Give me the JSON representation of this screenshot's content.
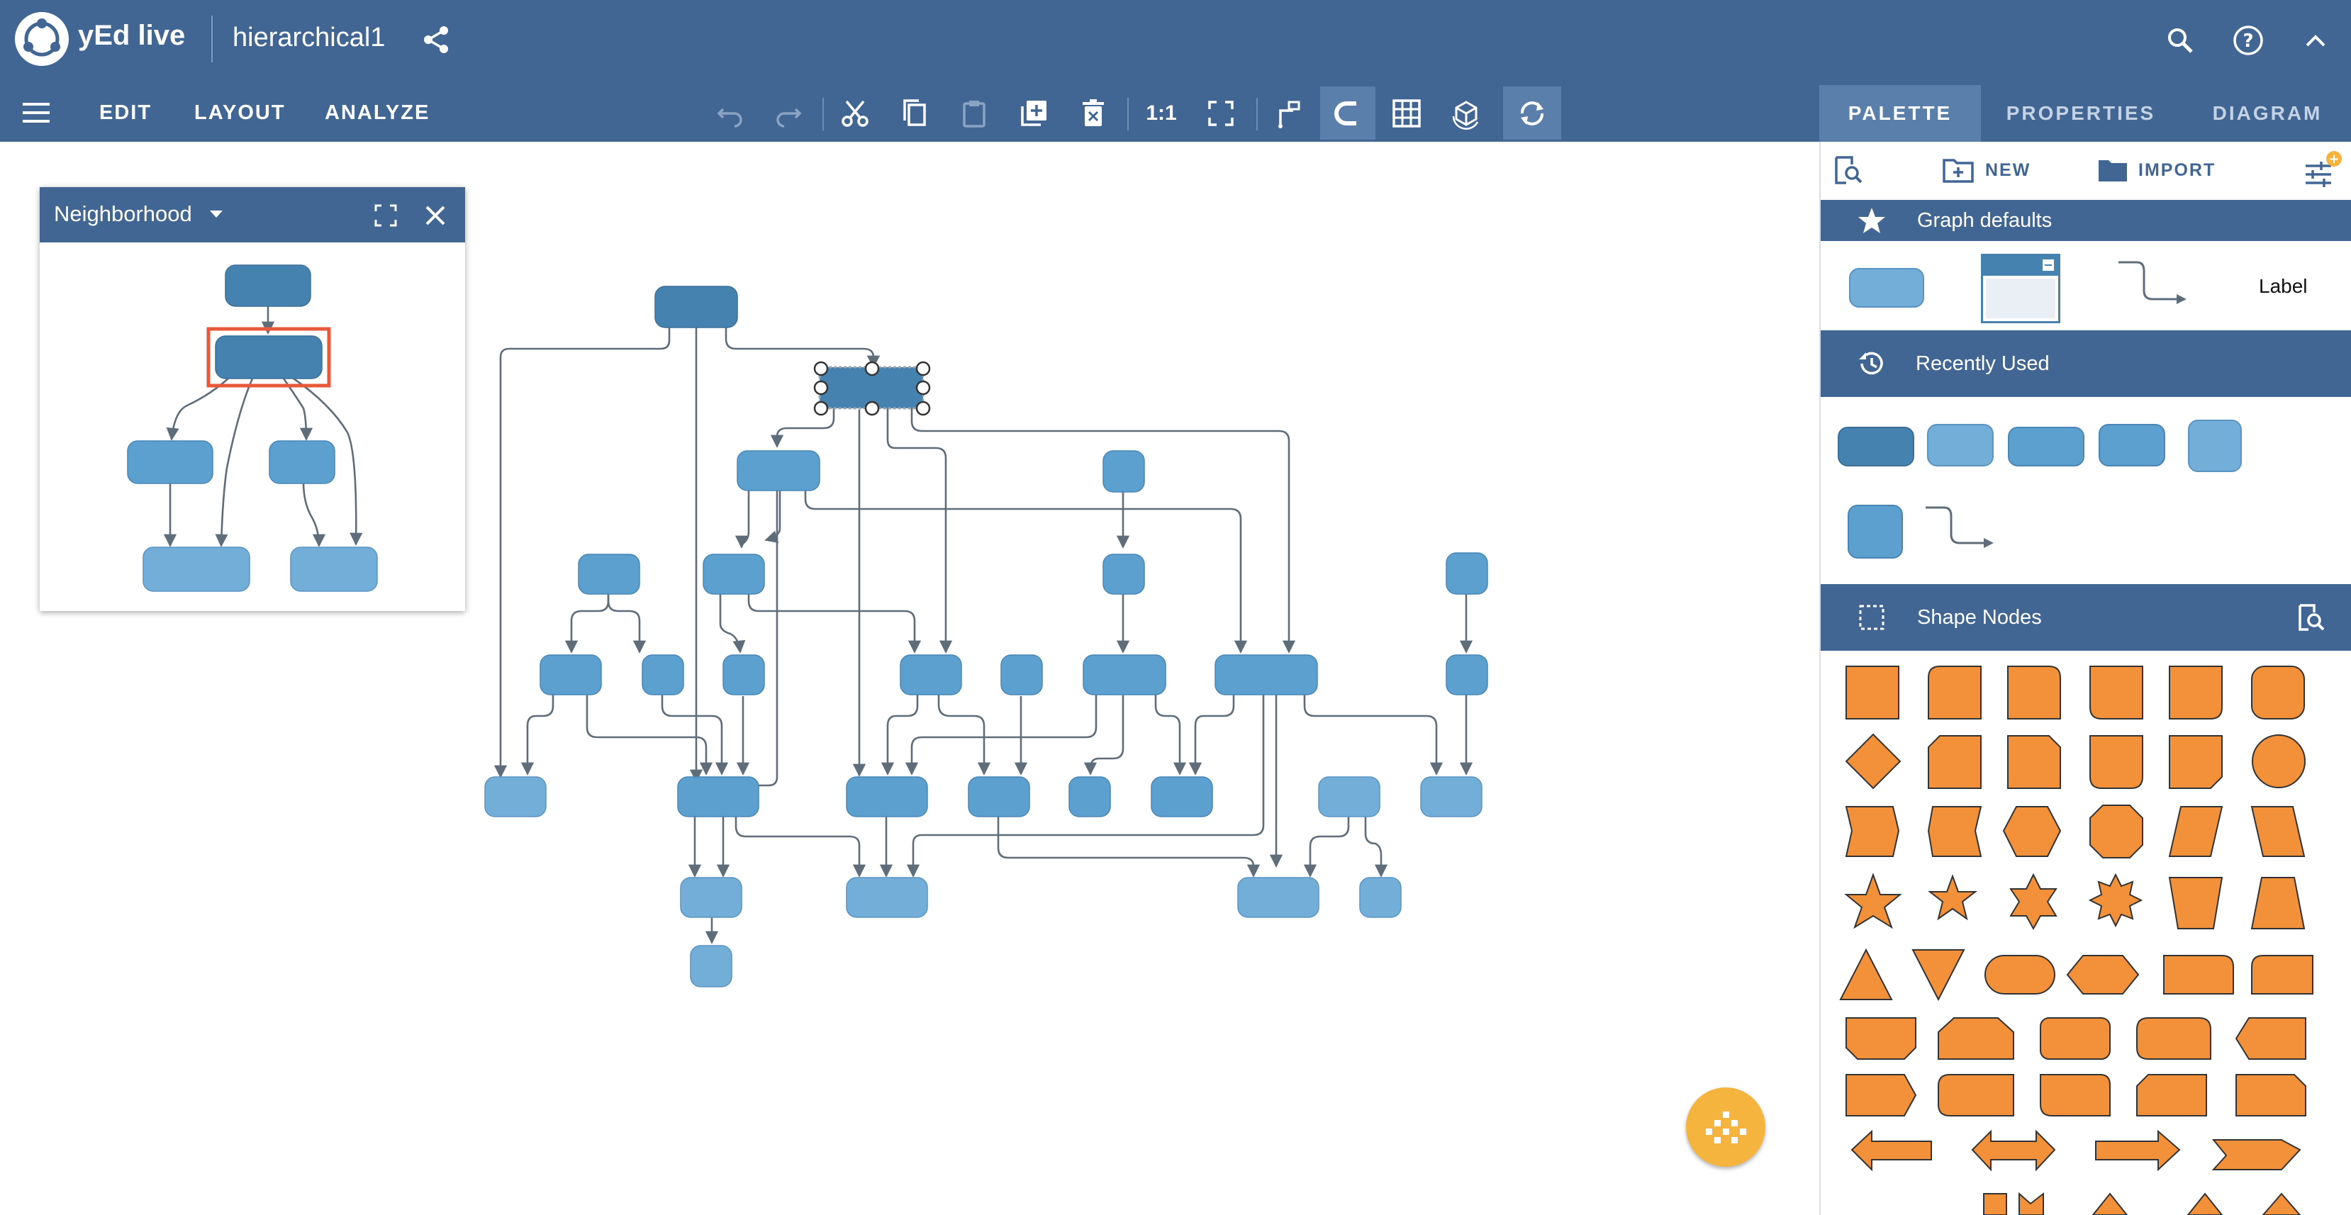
{
  "app": {
    "name": "yEd live",
    "document_title": "hierarchical1"
  },
  "menu": {
    "edit": "EDIT",
    "layout": "LAYOUT",
    "analyze": "ANALYZE"
  },
  "toolbar": {
    "zoom_original": "1:1"
  },
  "tabs": {
    "palette": "PALETTE",
    "properties": "PROPERTIES",
    "diagram": "DIAGRAM"
  },
  "neighborhood": {
    "title": "Neighborhood"
  },
  "palette": {
    "new_label": "NEW",
    "import_label": "IMPORT",
    "sections": {
      "graph_defaults": "Graph defaults",
      "recently_used": "Recently Used",
      "shape_nodes": "Shape Nodes"
    },
    "default_label": "Label"
  },
  "colors": {
    "header": "#416693",
    "node_dark": "#4682b0",
    "node": "#5ba0cf",
    "node_light": "#73aed8",
    "edge": "#5f6d7a",
    "shape_fill": "#f2913a",
    "highlight": "#e8583a",
    "fab": "#f5b43d"
  }
}
